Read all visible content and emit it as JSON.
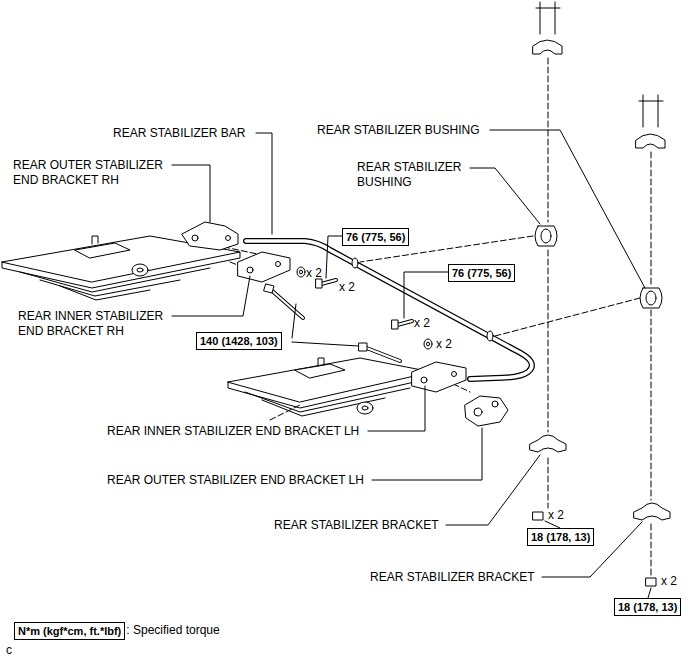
{
  "diagram": {
    "nodes": [
      {
        "text": [
          "76 (775, 56)"
        ]
      },
      {
        "text": [
          "76 (775, 56)"
        ]
      },
      {
        "text": [
          "140 (1428, 103)"
        ]
      },
      {
        "text": [
          "18 (178, 13)"
        ]
      },
      {
        "text": [
          "18 (178, 13)"
        ]
      },
      {
        "text": [
          "N*m (kgf*cm, ft.*lbf)"
        ]
      }
    ],
    "labels": [
      "REAR STABILIZER BAR",
      "REAR OUTER STABILIZER END BRACKET RH",
      "REAR STABILIZER BUSHING",
      "REAR STABILIZER BUSHING",
      "x 2",
      "x 2",
      "REAR INNER STABILIZER END BRACKET RH",
      "x 2",
      "x 2",
      "REAR INNER STABILIZER END BRACKET LH",
      "REAR OUTER STABILIZER END BRACKET LH",
      "REAR STABILIZER BRACKET",
      "x 2",
      "REAR STABILIZER BRACKET",
      "x 2",
      ": Specified torque",
      "c"
    ]
  }
}
